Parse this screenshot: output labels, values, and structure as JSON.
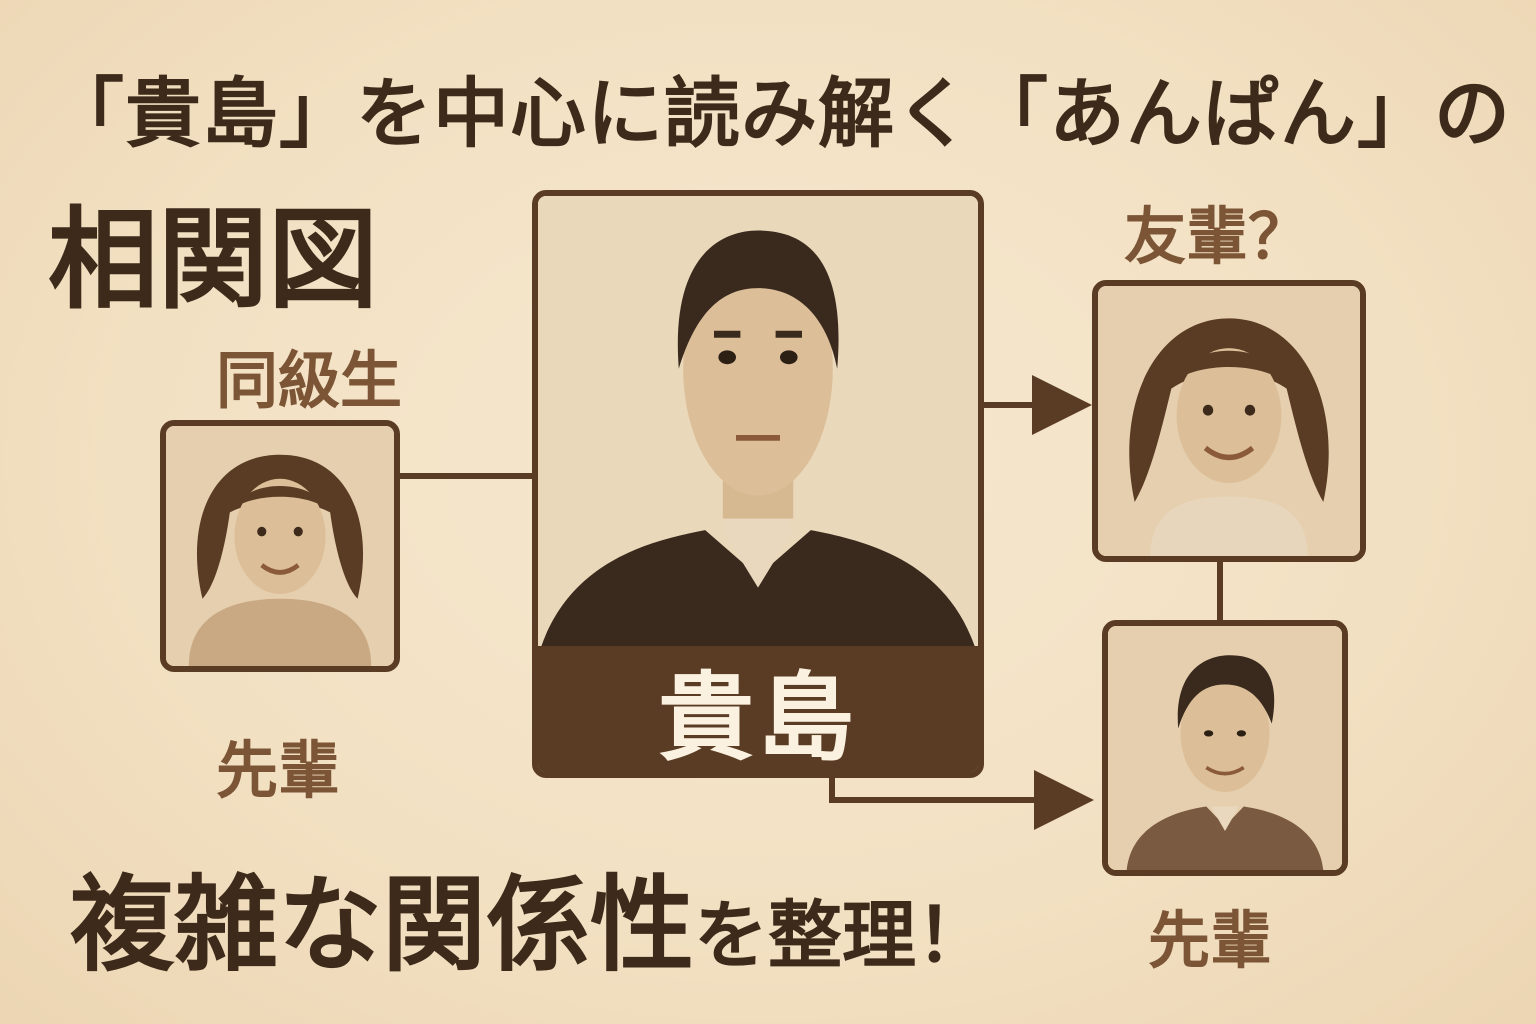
{
  "title": {
    "line1": "「貴島」を中心に読み解く「あんぱん」の",
    "line2": "相関図"
  },
  "center": {
    "name": "貴島"
  },
  "labels": {
    "classmate": "同級生",
    "senpai_left": "先輩",
    "friend": "友輩？",
    "senpai_right": "先輩"
  },
  "subtitle": {
    "part1": "複雑な関係性",
    "part2": "を整理！"
  },
  "colors": {
    "background": "#f3e3c6",
    "dark_brown": "#5a3c24",
    "text_dark": "#3d2a1a",
    "label_brown": "#7b5535"
  }
}
